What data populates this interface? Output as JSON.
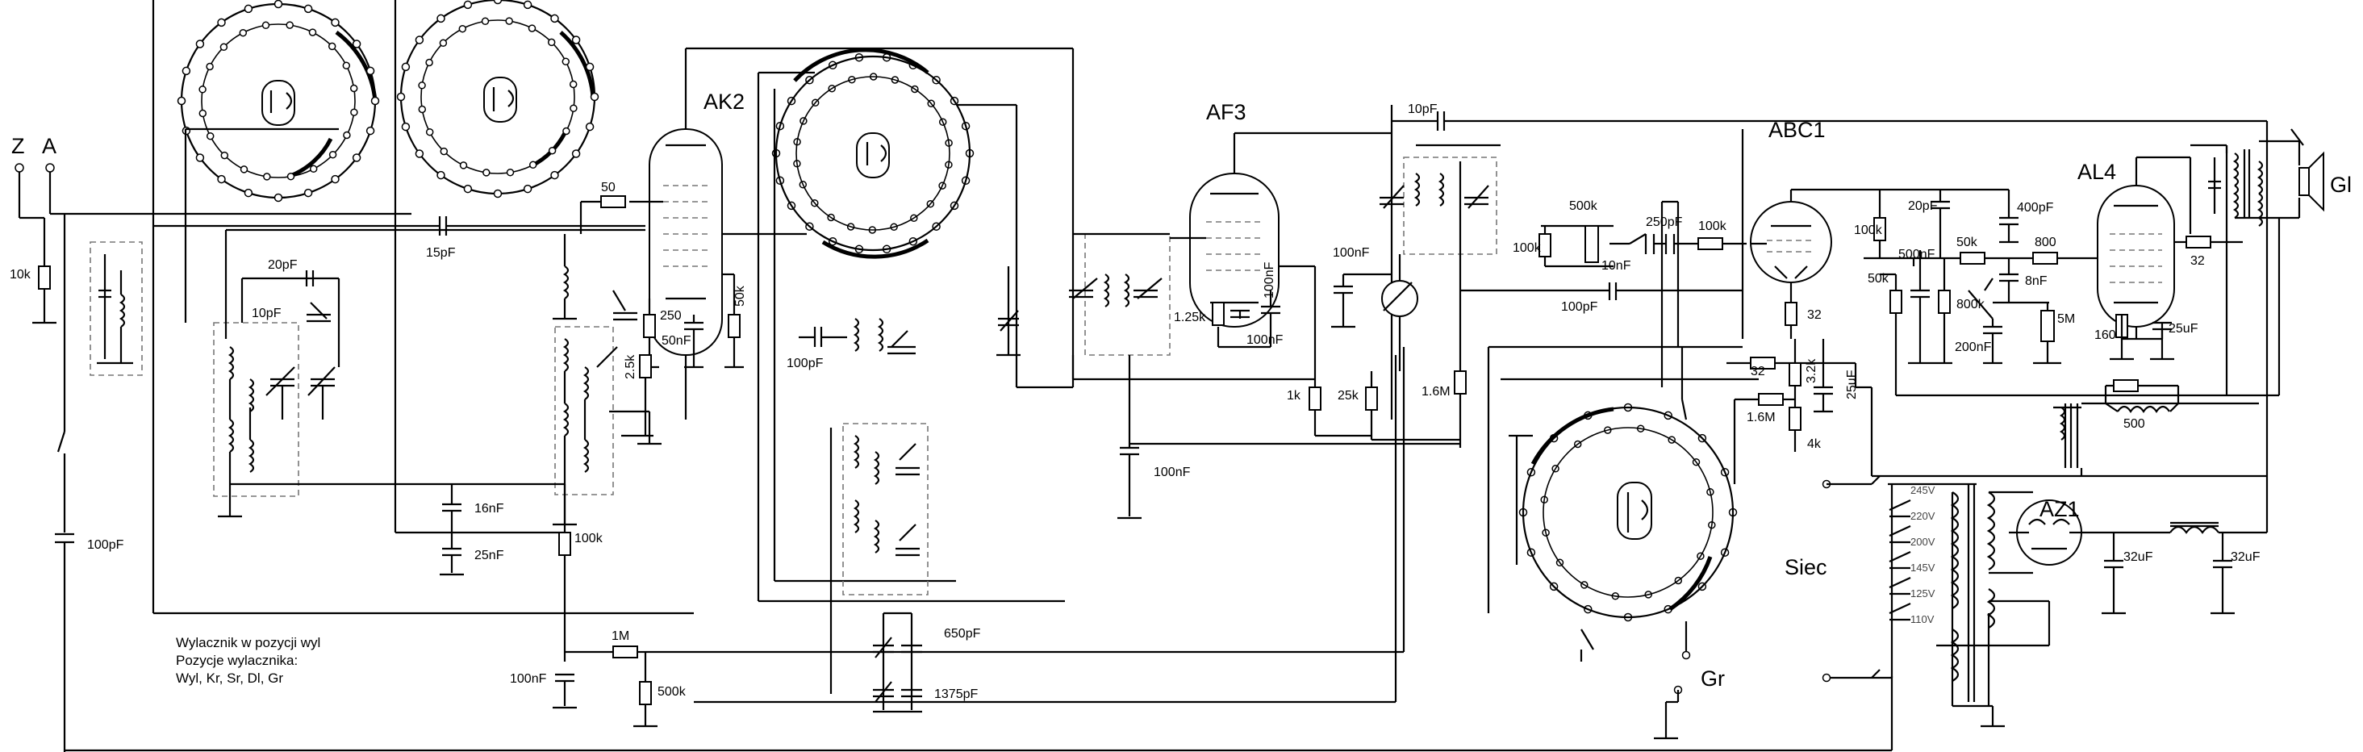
{
  "antenna": {
    "z_label": "Z",
    "a_label": "A"
  },
  "tubes": {
    "ak2": "AK2",
    "af3": "AF3",
    "abc1": "ABC1",
    "al4": "AL4",
    "az1": "AZ1"
  },
  "components": {
    "r_10k": "10k",
    "c_100pf_ant": "100pF",
    "c_15pf": "15pF",
    "c_20pf": "20pF",
    "c_10pf_osc": "10pF",
    "c_16nf": "16nF",
    "c_25nf": "25nF",
    "r_100k_ak2": "100k",
    "r_1m": "1M",
    "c_100nf_agc": "100nF",
    "r_500k_agc": "500k",
    "r_50": "50",
    "r_250": "250",
    "c_50nf": "50nF",
    "r_50k": "50k",
    "r_2_5k": "2.5k",
    "c_100pf_if": "100pF",
    "c_650pf": "650pF",
    "c_1375pf": "1375pF",
    "r_1_25k": "1.25k",
    "c_100nf_af3": "100nF",
    "c_100nf_af3b": "100nF",
    "r_1k": "1k",
    "r_25k": "25k",
    "c_100nf_af3c": "100nF",
    "c_10pf_top": "10pF",
    "c_100nf_det": "100nF",
    "r_1_6m": "1.6M",
    "c_100pf_det": "100pF",
    "r_500k_vol": "500k",
    "r_100k_vol": "100k",
    "c_10nf": "10nF",
    "c_250pf": "250pF",
    "r_100k_grid": "100k",
    "r_32_abc": "32",
    "r_32_b": "32",
    "r_3_2k": "3.2k",
    "c_25uf_abc": "25uF",
    "r_1_6m_b": "1.6M",
    "r_4k": "4k",
    "r_100k_abc": "100k",
    "c_20pf_abc": "20pF",
    "c_400pf": "400pF",
    "c_500nf": "500nF",
    "r_50k_abc": "50k",
    "r_800k": "800k",
    "c_200nf": "200nF",
    "r_50k_al4": "50k",
    "r_800": "800",
    "c_8nf": "8nF",
    "p_5m": "5M",
    "r_160": "160",
    "c_25uf_al4": "25uF",
    "r_32_al4": "32",
    "r_500_psu": "500",
    "c_32uf_a": "32uF",
    "c_32uf_b": "32uF"
  },
  "mains": {
    "label": "Siec",
    "taps": [
      "245V",
      "220V",
      "200V",
      "145V",
      "125V",
      "110V"
    ]
  },
  "labels": {
    "speaker": "Gl",
    "gramophone": "Gr"
  },
  "note": {
    "line1": "Wylacznik w pozycji wyl",
    "line2": "Pozycje wylacznika:",
    "line3": "Wyl, Kr, Sr, Dl, Gr"
  }
}
